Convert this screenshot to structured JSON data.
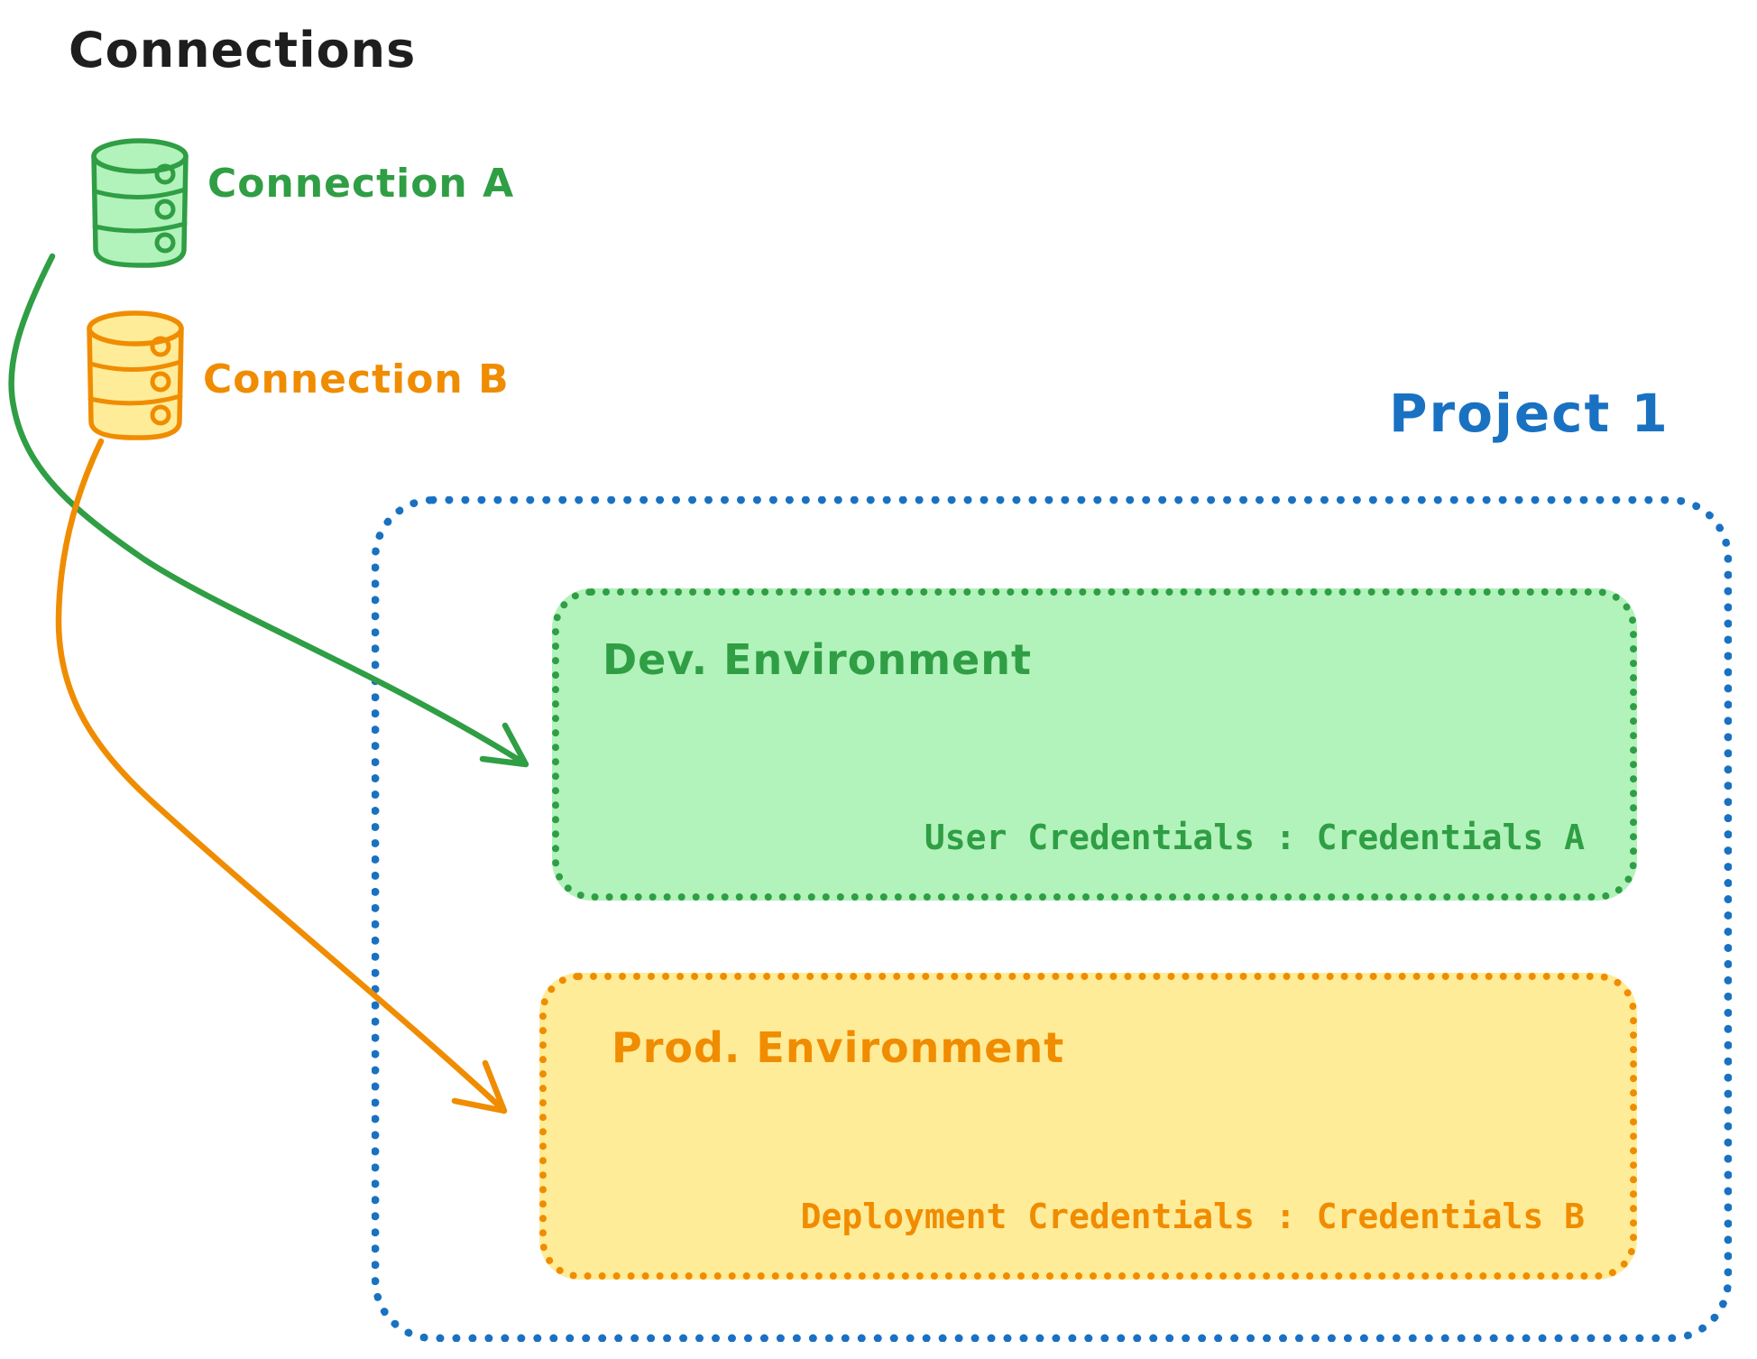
{
  "title": "Connections",
  "connections": [
    {
      "label": "Connection A",
      "color": "#2f9e44",
      "fill": "#b2f2bb",
      "icon": "database-icon"
    },
    {
      "label": "Connection B",
      "color": "#f08c00",
      "fill": "#ffec99",
      "icon": "database-icon"
    }
  ],
  "project": {
    "label": "Project 1",
    "color": "#1971c2",
    "environments": [
      {
        "name": "Dev. Environment",
        "credentials": "User Credentials : Credentials A",
        "stroke": "#2f9e44",
        "fill": "#b2f2bb",
        "source_connection": "Connection A"
      },
      {
        "name": "Prod. Environment",
        "credentials": "Deployment Credentials : Credentials B",
        "stroke": "#f08c00",
        "fill": "#ffec99",
        "source_connection": "Connection B"
      }
    ]
  },
  "colors": {
    "heading": "#1e1e1e",
    "background": "#ffffff",
    "project_border": "#1971c2",
    "green_stroke": "#2f9e44",
    "green_fill": "#b2f2bb",
    "orange_stroke": "#f08c00",
    "orange_fill": "#ffec99"
  }
}
